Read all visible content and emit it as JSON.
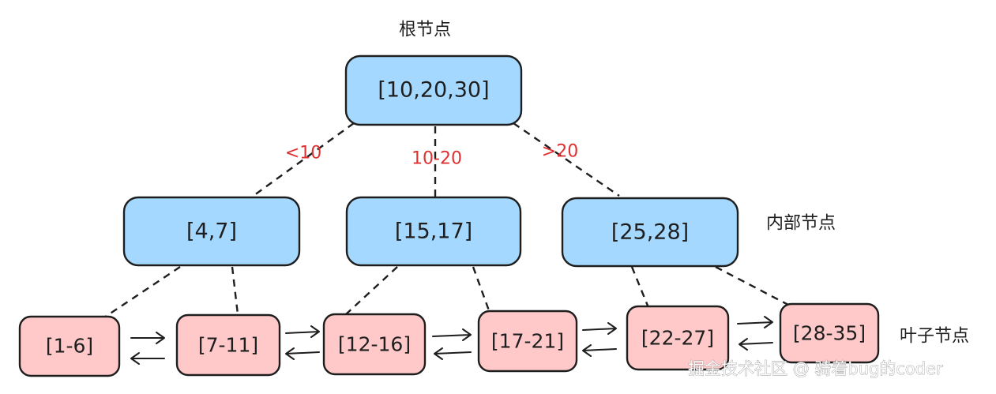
{
  "labels": {
    "root": "根节点",
    "internal": "内部节点",
    "leaf": "叶子节点"
  },
  "root": {
    "keys": "[10,20,30]"
  },
  "edges": {
    "left": "<10",
    "middle": "10-20",
    "right": ">20"
  },
  "internal_nodes": [
    {
      "keys": "[4,7]"
    },
    {
      "keys": "[15,17]"
    },
    {
      "keys": "[25,28]"
    }
  ],
  "leaf_nodes": [
    {
      "keys": "[1-6]"
    },
    {
      "keys": "[7-11]"
    },
    {
      "keys": "[12-16]"
    },
    {
      "keys": "[17-21]"
    },
    {
      "keys": "[22-27]"
    },
    {
      "keys": "[28-35]"
    }
  ],
  "watermark": "掘金技术社区 @ 骑着bug的coder",
  "colors": {
    "internal_fill": "#a5d8ff",
    "leaf_fill": "#ffc9c9",
    "edge_label": "#e03131",
    "stroke": "#1e1e1e"
  }
}
